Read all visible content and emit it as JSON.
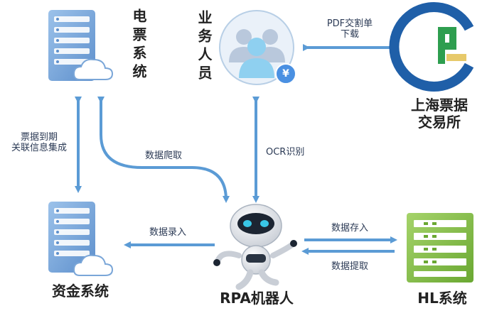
{
  "nodes": {
    "e_ticket": "电票系统",
    "business": "业务人员",
    "shanghai": "上海票据\n交易所",
    "funds": "资金系统",
    "rpa": "RPA机器人",
    "hl": "HL系统"
  },
  "edges": {
    "pdf_download": "PDF交割单\n下载",
    "due_link": "票据到期\n关联信息集成",
    "crawl": "数据爬取",
    "ocr": "OCR识别",
    "entry": "数据录入",
    "store": "数据存入",
    "extract": "数据提取"
  },
  "icons": {
    "currency": "¥",
    "shanghai_logo": "P"
  },
  "colors": {
    "arrow": "#5b9bd5",
    "server": "#7aa6d8",
    "hl_server": "#8bc34a",
    "logo_blue": "#1f5fa8",
    "logo_green": "#2e9e4f"
  }
}
